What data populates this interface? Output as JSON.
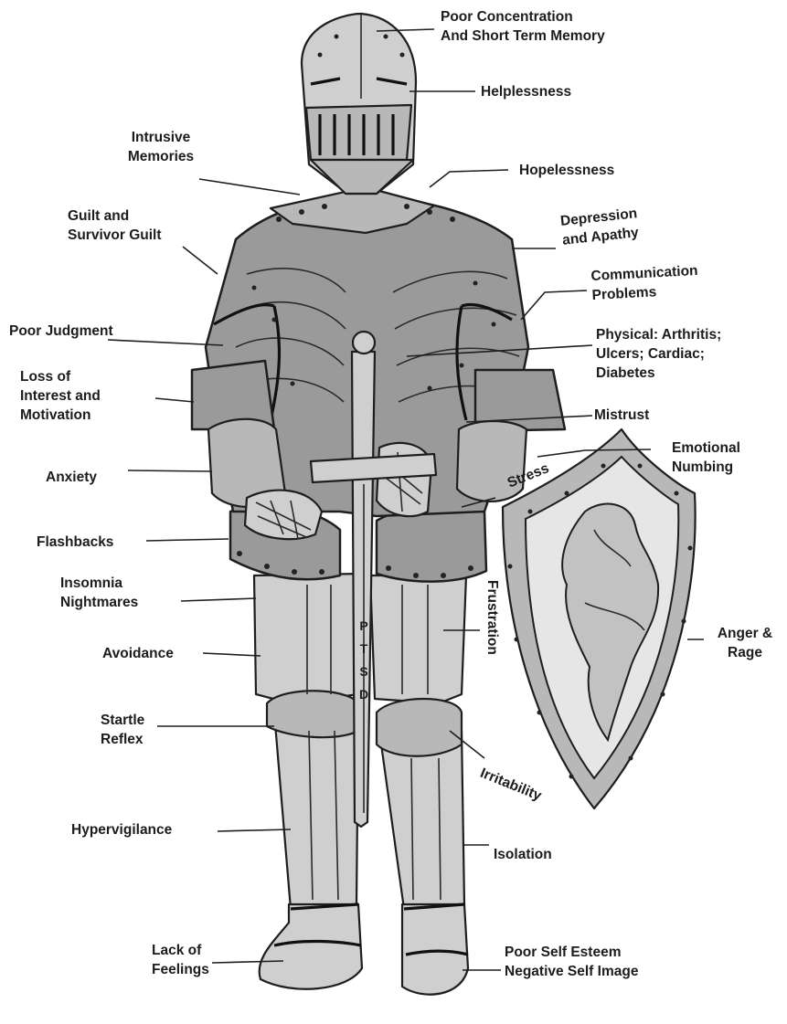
{
  "labels": {
    "poor_concentration": [
      "Poor Concentration",
      "And Short Term Memory"
    ],
    "helplessness": [
      "Helplessness"
    ],
    "intrusive_memories": [
      "Intrusive",
      "Memories"
    ],
    "hopelessness": [
      "Hopelessness"
    ],
    "guilt": [
      "Guilt and",
      "Survivor Guilt"
    ],
    "depression": [
      "Depression",
      "and Apathy"
    ],
    "communication": [
      "Communication",
      "Problems"
    ],
    "poor_judgment": [
      "Poor Judgment"
    ],
    "physical": [
      "Physical: Arthritis;",
      "Ulcers; Cardiac;",
      "Diabetes"
    ],
    "loss_of_interest": [
      "Loss of",
      "Interest and",
      "Motivation"
    ],
    "mistrust": [
      "Mistrust"
    ],
    "emotional_numbing": [
      "Emotional",
      "Numbing"
    ],
    "stress": [
      "Stress"
    ],
    "anxiety": [
      "Anxiety"
    ],
    "flashbacks": [
      "Flashbacks"
    ],
    "insomnia": [
      "Insomnia",
      "Nightmares"
    ],
    "frustration": [
      "Frustration"
    ],
    "anger": [
      "Anger &",
      "Rage"
    ],
    "avoidance": [
      "Avoidance"
    ],
    "startle": [
      "Startle",
      "Reflex"
    ],
    "irritability": [
      "Irritability"
    ],
    "hypervigilance": [
      "Hypervigilance"
    ],
    "isolation": [
      "Isolation"
    ],
    "lack_of_feelings": [
      "Lack of",
      "Feelings"
    ],
    "poor_self_esteem": [
      "Poor Self Esteem",
      "Negative Self Image"
    ]
  },
  "sword_text": [
    "P",
    "T",
    "S",
    "D"
  ],
  "colors": {
    "armor_dark": "#9a9a9a",
    "armor_light": "#cfcfcf",
    "ink": "#1e1e1e"
  }
}
